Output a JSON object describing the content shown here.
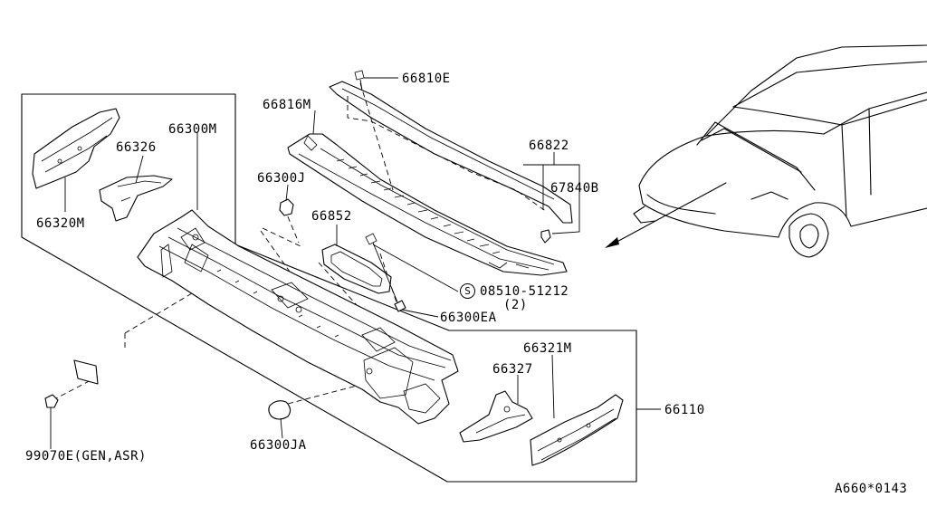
{
  "callouts": {
    "p66810E": "66810E",
    "p66816M": "66816M",
    "p66300M": "66300M",
    "p66326": "66326",
    "p66320M": "66320M",
    "p66300J": "66300J",
    "p66852": "66852",
    "p66822": "66822",
    "p67840B": "67840B",
    "p08510": "08510-51212",
    "qty2": "(2)",
    "p66300EA": "66300EA",
    "p66321M": "66321M",
    "p66327": "66327",
    "p66110": "66110",
    "p99070E": "99070E(GEN,ASR)",
    "p66300JA": "66300JA"
  },
  "symbols": {
    "s_mark": "S"
  },
  "footer": {
    "diagram_code": "A660*0143"
  }
}
